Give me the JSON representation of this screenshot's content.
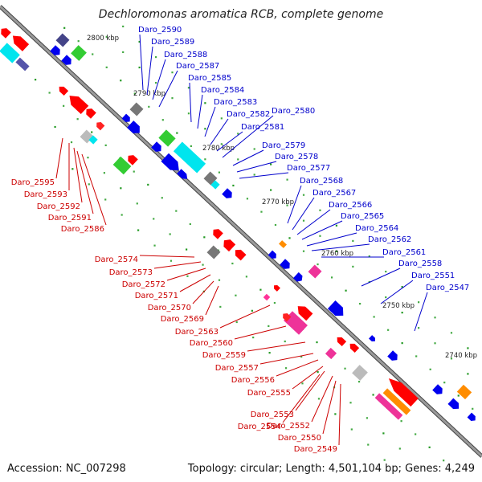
{
  "title": "Dechloromonas aromatica RCB, complete genome",
  "accession": "Accession: NC_007298",
  "summary": "Topology: circular; Length: 4,501,104 bp; Genes: 4,249",
  "colors": {
    "backbone": "#888888",
    "forward_labels": "#0000cc",
    "reverse_labels": "#cc0000",
    "tick": "#229922"
  },
  "kbp_ticks": [
    "2800 kbp",
    "2790 kbp",
    "2780 kbp",
    "2770 kbp",
    "2760 kbp",
    "2750 kbp",
    "2740 kbp"
  ],
  "forward_genes": [
    "Daro_2590",
    "Daro_2589",
    "Daro_2588",
    "Daro_2587",
    "Daro_2585",
    "Daro_2584",
    "Daro_2583",
    "Daro_2582",
    "Daro_2580",
    "Daro_2581",
    "Daro_2579",
    "Daro_2578",
    "Daro_2577",
    "Daro_2568",
    "Daro_2567",
    "Daro_2566",
    "Daro_2565",
    "Daro_2564",
    "Daro_2562",
    "Daro_2561",
    "Daro_2558",
    "Daro_2551",
    "Daro_2547"
  ],
  "reverse_genes": [
    "Daro_2595",
    "Daro_2593",
    "Daro_2592",
    "Daro_2591",
    "Daro_2586",
    "Daro_2574",
    "Daro_2573",
    "Daro_2572",
    "Daro_2571",
    "Daro_2570",
    "Daro_2569",
    "Daro_2563",
    "Daro_2560",
    "Daro_2559",
    "Daro_2557",
    "Daro_2556",
    "Daro_2555",
    "Daro_2553",
    "Daro_2554",
    "Daro_2552",
    "Daro_2550",
    "Daro_2549"
  ]
}
